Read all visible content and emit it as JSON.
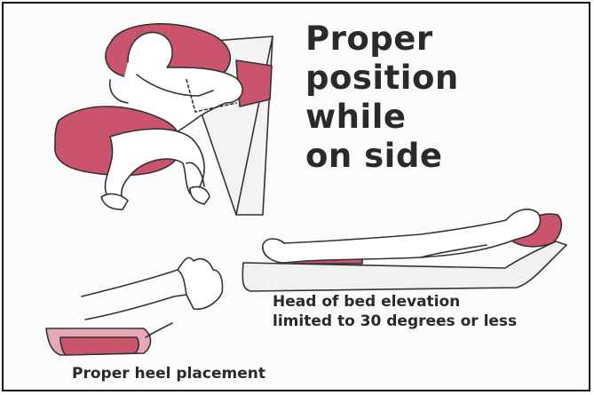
{
  "title": "Proper\nposition\nwhile\non side",
  "captions": {
    "head_elevation": "Head of bed elevation\nlimited to 30 degrees or less",
    "heel_placement": "Proper heel placement"
  },
  "colors": {
    "pillow": "#c9546c",
    "pillow_light": "#e7a9b6",
    "outline": "#333333",
    "text": "#2a2a2a",
    "border": "#111111"
  },
  "illustrations": [
    "side-lying-person-with-pillows",
    "supine-person-on-elevated-bed",
    "heel-on-pillow"
  ]
}
